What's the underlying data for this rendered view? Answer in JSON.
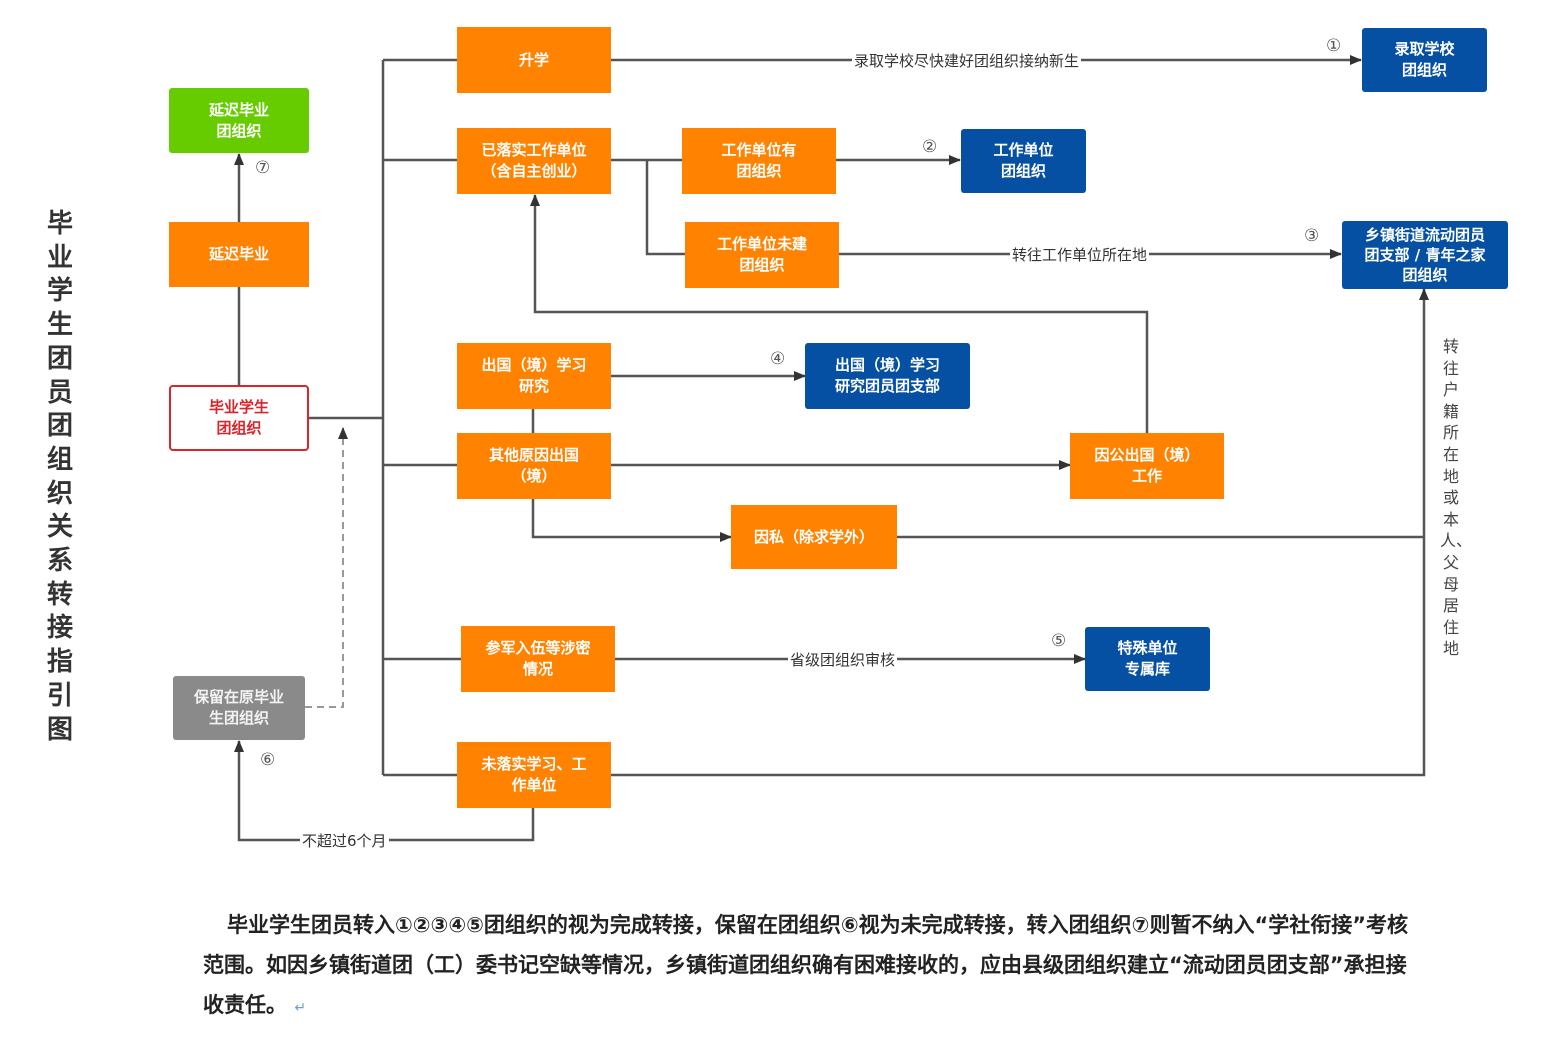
{
  "title": "毕业学生团员团组织关系转接指引图",
  "nodes": {
    "graduate_org": "毕业学生\n团组织",
    "delay_graduation": "延迟毕业",
    "delay_graduation_org": "延迟毕业\n团组织",
    "retain_original_org": "保留在原毕业\n生团组织",
    "further_study": "升学",
    "employed": "已落实工作单位\n（含自主创业）",
    "employer_has_org": "工作单位有\n团组织",
    "employer_no_org": "工作单位未建\n团组织",
    "study_abroad": "出国（境）学习\n研究",
    "abroad_other": "其他原因出国\n（境）",
    "abroad_official": "因公出国（境）\n工作",
    "abroad_private": "因私（除求学外）",
    "military": "参军入伍等涉密\n情况",
    "unsettled": "未落实学习、工\n作单位",
    "admitting_school_org": "录取学校\n团组织",
    "employer_org": "工作单位\n团组织",
    "township_org": "乡镇街道流动团员\n团支部 / 青年之家\n团组织",
    "abroad_branch": "出国（境）学习\n研究团员团支部",
    "special_unit_db": "特殊单位\n专属库"
  },
  "edge_labels": {
    "to_school": "录取学校尽快建好团组织接纳新生",
    "to_township": "转往工作单位所在地",
    "provincial_review": "省级团组织审核",
    "max_six_months": "不超过6个月",
    "household_or_parents": "转往户籍所在地或本人、父母居住地"
  },
  "markers": {
    "m1": "①",
    "m2": "②",
    "m3": "③",
    "m4": "④",
    "m5": "⑤",
    "m6": "⑥",
    "m7": "⑦"
  },
  "colors": {
    "process": "#ff8200",
    "destination": "#0650a3",
    "deferred": "#66cc00",
    "retained": "#8a8a8a",
    "origin": "#d8262d",
    "connector": "#555555"
  },
  "footnote": {
    "text": "毕业学生团员转入①②③④⑤团组织的视为完成转接，保留在团组织⑥视为未完成转接，转入团组织⑦则暂不纳入“学社衔接”考核范围。如因乡镇街道团（工）委书记空缺等情况，乡镇街道团组织确有困难接收的，应由县级团组织建立“流动团员团支部”承担接收责任。",
    "return_mark": "↵"
  }
}
